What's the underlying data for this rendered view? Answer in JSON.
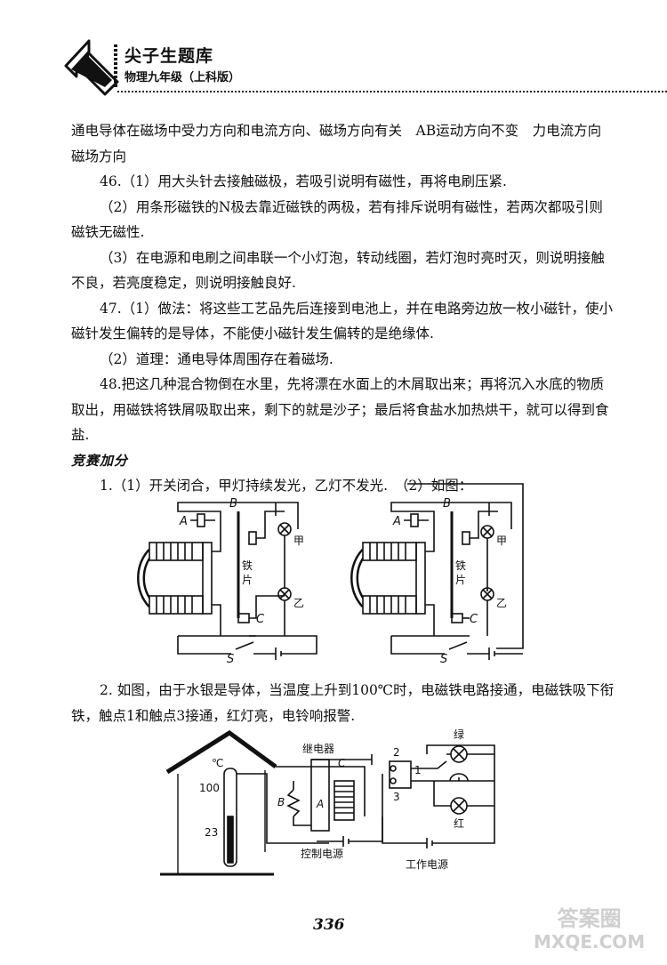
{
  "header": {
    "title": "尖子生题库",
    "subtitle": "物理九年级（上科版）"
  },
  "paragraphs": [
    {
      "id": "p0",
      "indent": false,
      "text": "通电导体在磁场中受力方向和电流方向、磁场方向有关　AB运动方向不变　力电流方向　磁场方向"
    },
    {
      "id": "p1",
      "indent": true,
      "text": "46.（1）用大头针去接触磁极，若吸引说明有磁性，再将电刷压紧."
    },
    {
      "id": "p2",
      "indent": true,
      "text": "（2）用条形磁铁的N极去靠近磁铁的两极，若有排斥说明有磁性，若两次都吸引则磁铁无磁性."
    },
    {
      "id": "p3",
      "indent": true,
      "text": "（3）在电源和电刷之间串联一个小灯泡，转动线圈，若灯泡时亮时灭，则说明接触不良，若亮度稳定，则说明接触良好."
    },
    {
      "id": "p4",
      "indent": true,
      "text": "47.（1）做法：将这些工艺品先后连接到电池上，并在电路旁边放一枚小磁针，使小磁针发生偏转的是导体，不能使小磁针发生偏转的是绝缘体."
    },
    {
      "id": "p5",
      "indent": true,
      "text": "（2）道理：通电导体周围存在着磁场."
    },
    {
      "id": "p6",
      "indent": true,
      "text": "48.把这几种混合物倒在水里，先将漂在水面上的木屑取出来；再将沉入水底的物质取出，用磁铁将铁屑吸取出来，剩下的就是沙子；最后将食盐水加热烘干，就可以得到食盐."
    }
  ],
  "section_title": "竞赛加分",
  "q1": {
    "text": "1.（1）开关闭合，甲灯持续发光，乙灯不发光.　（2）如图："
  },
  "q2": {
    "text": "2. 如图，由于水银是导体，当温度上升到100℃时，电磁铁电路接通，电磁铁吸下衔铁，触点1和触点3接通，红灯亮，电铃响报警."
  },
  "fig1": {
    "A": "A",
    "B": "B",
    "C": "C",
    "S": "S",
    "jia": "甲",
    "yi": "乙",
    "tiepian1": "铁",
    "tiepian2": "片"
  },
  "fig2": {
    "deg": "℃",
    "t100": "100",
    "t23": "23",
    "relay": "继电器",
    "C": "C",
    "B": "B",
    "A": "A",
    "n1": "1",
    "n2": "2",
    "n3": "3",
    "green": "绿",
    "red": "红",
    "ctrl": "控制电源",
    "work": "工作电源"
  },
  "page_number": "336",
  "watermark": {
    "line1": "答案圈",
    "line2": "MXQE.COM"
  }
}
